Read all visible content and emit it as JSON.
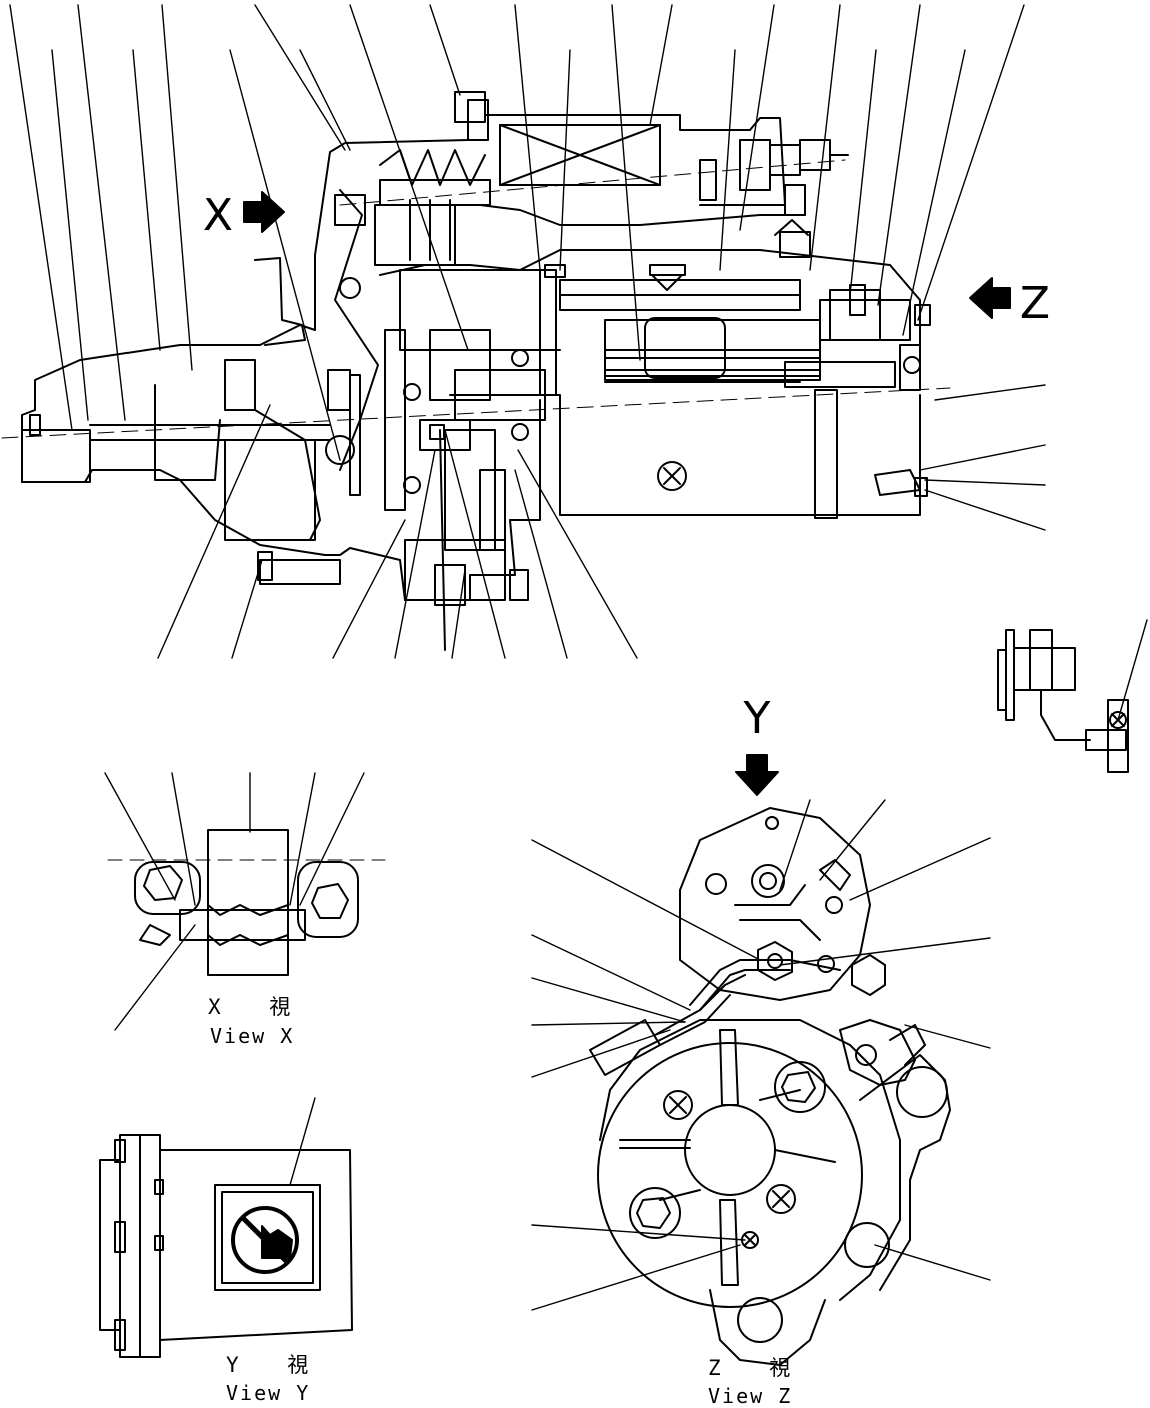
{
  "view_markers": {
    "x": "X",
    "y": "Y",
    "z": "Z"
  },
  "captions": {
    "view_x_jp": "X 視",
    "view_x_en": "View X",
    "view_y_jp": "Y 視",
    "view_y_en": "View Y",
    "view_z_jp": "Z 視",
    "view_z_en": "View Z"
  },
  "icons": {
    "view-arrow": "solid-block-arrow",
    "no-hand-caution": "circle-slash-hand"
  }
}
